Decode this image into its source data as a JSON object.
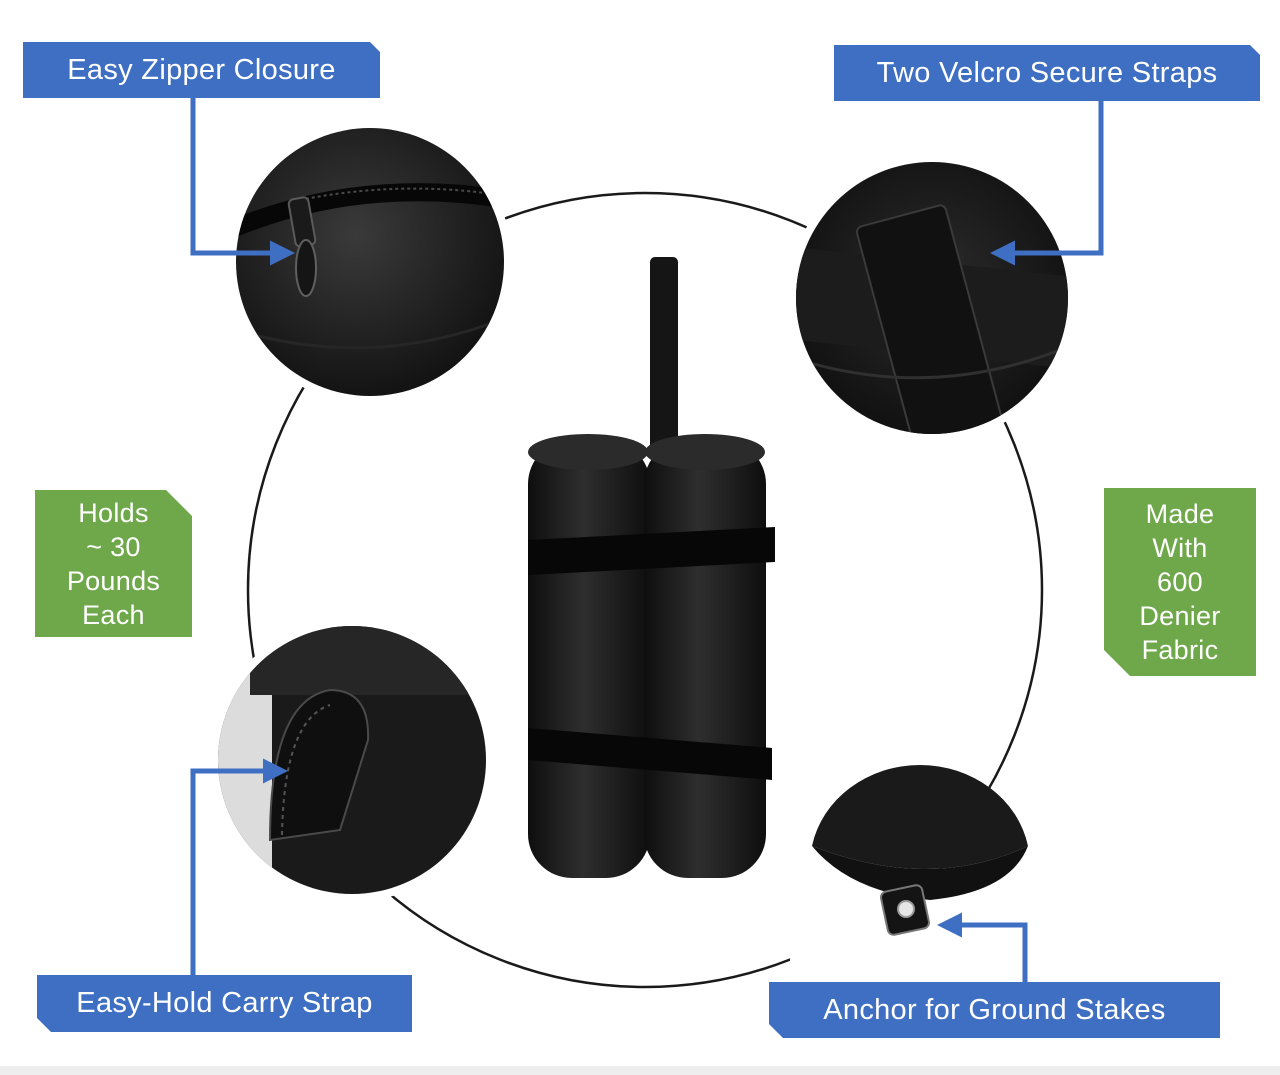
{
  "callouts": {
    "zipper": "Easy Zipper Closure",
    "velcro": "Two Velcro Secure Straps",
    "carry": "Easy-Hold Carry Strap",
    "anchor": "Anchor for Ground Stakes"
  },
  "badges": {
    "capacity": "Holds\n~ 30\nPounds\nEach",
    "material": "Made\nWith\n600\nDenier\nFabric"
  },
  "colors": {
    "callout_blue": "#3e6fc3",
    "badge_green": "#6fa84a",
    "product_black": "#1b1b1b"
  }
}
